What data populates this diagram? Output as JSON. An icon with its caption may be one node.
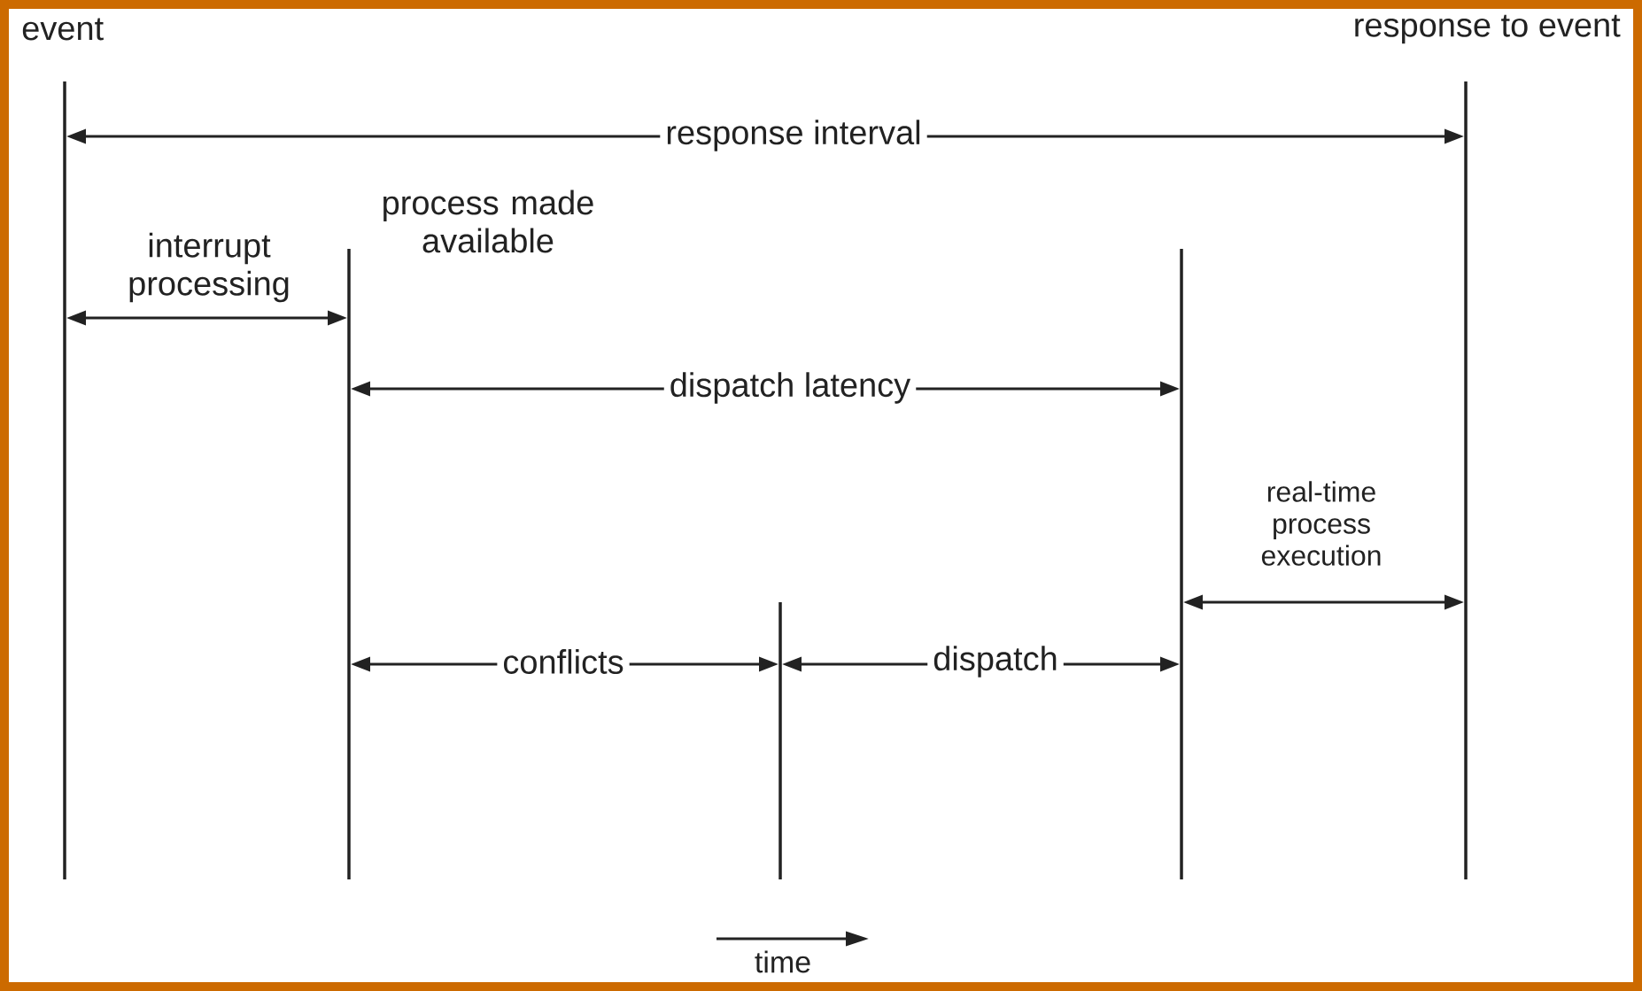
{
  "diagram": {
    "labels": [
      "event",
      "response to event",
      "response interval",
      "process made available",
      "interrupt processing",
      "dispatch latency",
      "real-time process execution",
      "conflicts",
      "dispatch",
      "time"
    ]
  }
}
